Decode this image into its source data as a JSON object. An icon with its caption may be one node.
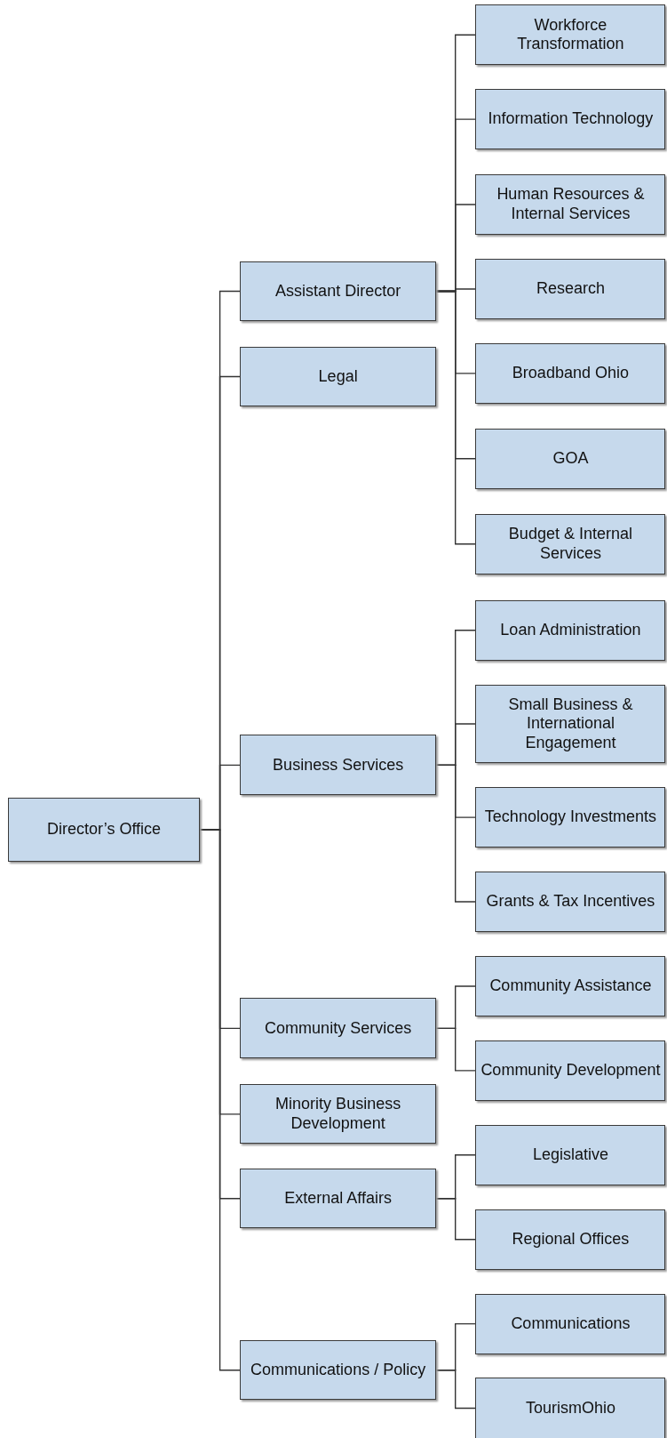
{
  "diagram": {
    "nodes": [
      {
        "text": [
          "Director’s Office"
        ]
      },
      {
        "text": [
          "Assistant Director"
        ]
      },
      {
        "text": [
          "Legal"
        ]
      },
      {
        "text": [
          "Business Services"
        ]
      },
      {
        "text": [
          "Community Services"
        ]
      },
      {
        "text": [
          "Minority Business Development"
        ]
      },
      {
        "text": [
          "External Affairs"
        ]
      },
      {
        "text": [
          "Communications / Policy"
        ]
      },
      {
        "text": [
          "Workforce Transformation"
        ]
      },
      {
        "text": [
          "Information Technology"
        ]
      },
      {
        "text": [
          "Human Resources & Internal Services"
        ]
      },
      {
        "text": [
          "Research"
        ]
      },
      {
        "text": [
          "Broadband Ohio"
        ]
      },
      {
        "text": [
          "GOA"
        ]
      },
      {
        "text": [
          "Budget & Internal Services"
        ]
      },
      {
        "text": [
          "Loan Administration"
        ]
      },
      {
        "text": [
          "Small Business & International Engagement"
        ]
      },
      {
        "text": [
          "Technology Investments"
        ]
      },
      {
        "text": [
          "Grants & Tax Incentives"
        ]
      },
      {
        "text": [
          "Community Assistance"
        ]
      },
      {
        "text": [
          "Community Development"
        ]
      },
      {
        "text": [
          "Legislative"
        ]
      },
      {
        "text": [
          "Regional Offices"
        ]
      },
      {
        "text": [
          "Communications"
        ]
      },
      {
        "text": [
          "TourismOhio"
        ]
      }
    ],
    "edges": [
      {
        "from": 0,
        "to": 1,
        "arrow": "none"
      },
      {
        "from": 0,
        "to": 2,
        "arrow": "none"
      },
      {
        "from": 0,
        "to": 3,
        "arrow": "none"
      },
      {
        "from": 0,
        "to": 4,
        "arrow": "none"
      },
      {
        "from": 0,
        "to": 5,
        "arrow": "none"
      },
      {
        "from": 0,
        "to": 6,
        "arrow": "none"
      },
      {
        "from": 0,
        "to": 7,
        "arrow": "none"
      },
      {
        "from": 1,
        "to": 8,
        "arrow": "none"
      },
      {
        "from": 1,
        "to": 9,
        "arrow": "none"
      },
      {
        "from": 1,
        "to": 10,
        "arrow": "none"
      },
      {
        "from": 1,
        "to": 11,
        "arrow": "none"
      },
      {
        "from": 1,
        "to": 12,
        "arrow": "none"
      },
      {
        "from": 1,
        "to": 13,
        "arrow": "none"
      },
      {
        "from": 1,
        "to": 14,
        "arrow": "none"
      },
      {
        "from": 3,
        "to": 15,
        "arrow": "none"
      },
      {
        "from": 3,
        "to": 16,
        "arrow": "none"
      },
      {
        "from": 3,
        "to": 17,
        "arrow": "none"
      },
      {
        "from": 3,
        "to": 18,
        "arrow": "none"
      },
      {
        "from": 4,
        "to": 19,
        "arrow": "none"
      },
      {
        "from": 4,
        "to": 20,
        "arrow": "none"
      },
      {
        "from": 6,
        "to": 21,
        "arrow": "none"
      },
      {
        "from": 6,
        "to": 22,
        "arrow": "none"
      },
      {
        "from": 7,
        "to": 23,
        "arrow": "none"
      },
      {
        "from": 7,
        "to": 24,
        "arrow": "none"
      }
    ]
  }
}
